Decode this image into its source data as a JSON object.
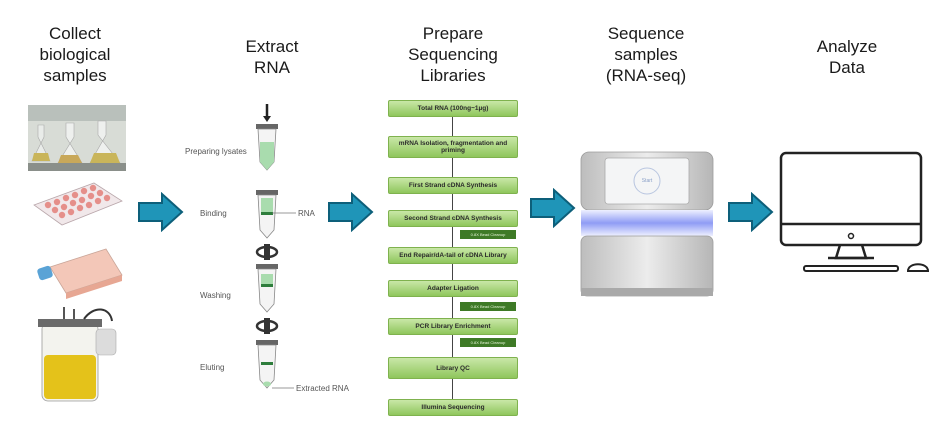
{
  "columns": [
    {
      "id": "collect",
      "title": "Collect\nbiological\nsamples"
    },
    {
      "id": "extract",
      "title": "Extract\nRNA"
    },
    {
      "id": "prepare",
      "title": "Prepare\nSequencing\nLibraries"
    },
    {
      "id": "sequence",
      "title": "Sequence\nsamples\n(RNA-seq)"
    },
    {
      "id": "analyze",
      "title": "Analyze\nData"
    }
  ],
  "extraction_labels": {
    "preparing": "Preparing lysates",
    "binding": "Binding",
    "rna": "RNA",
    "washing": "Washing",
    "eluting": "Eluting",
    "extracted": "Extracted RNA"
  },
  "library_steps": [
    "Total RNA (100ng~1µg)",
    "mRNA Isolation, fragmentation and priming",
    "First Strand cDNA Synthesis",
    "Second Strand cDNA Synthesis",
    "End Repair/dA-tail of cDNA Library",
    "Adapter Ligation",
    "PCR Library Enrichment",
    "Library QC",
    "Illumina Sequencing"
  ],
  "cleanup_label": "0.8X Bead Cleanup",
  "sequencer_screen": "Start",
  "colors": {
    "arrow": "#1f95b8",
    "arrow_stroke": "#0d5f7a",
    "step_green": "#8fc65c",
    "cleanup": "#3e7a26"
  }
}
